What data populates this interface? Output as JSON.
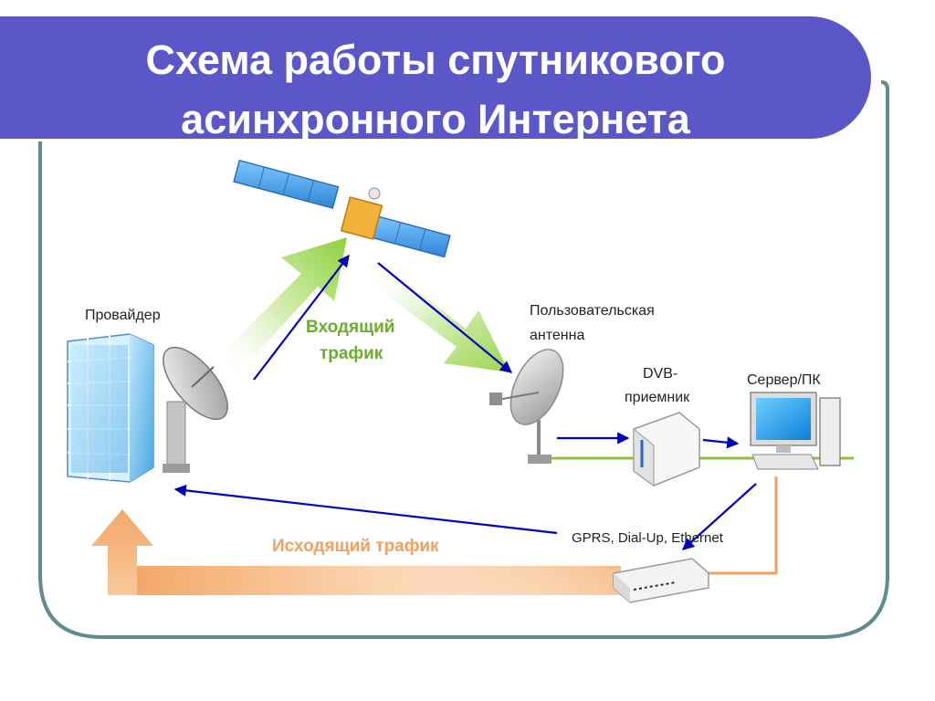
{
  "slide": {
    "title_line_1": "Схема работы спутникового",
    "title_line_2": "асинхронного Интернета"
  },
  "labels": {
    "provider": "Провайдер",
    "user_antenna_1": "Пользовательская",
    "user_antenna_2": "антенна",
    "dvb_1": "DVB-",
    "dvb_2": "приемник",
    "server": "Сервер/ПК",
    "gprs": "GPRS, Dial-Up, Ethernet",
    "incoming_1": "Входящий",
    "incoming_2": "трафик",
    "outgoing": "Исходящий трафик"
  },
  "colors": {
    "title_band": "#5b57c8",
    "frame": "#5f8c8c",
    "incoming_arrow": "#8ed23c",
    "incoming_text": "#6cae2a",
    "outgoing_arrow": "#f3a868",
    "outgoing_text": "#f0a060",
    "flow_arrows": "#0000b8",
    "green_cable": "#8ec040",
    "orange_cable": "#f0a060"
  },
  "icons": [
    "satellite-icon",
    "office-building-icon",
    "ground-station-dish-icon",
    "user-dish-antenna-icon",
    "dvb-receiver-icon",
    "computer-icon",
    "modem-icon"
  ]
}
